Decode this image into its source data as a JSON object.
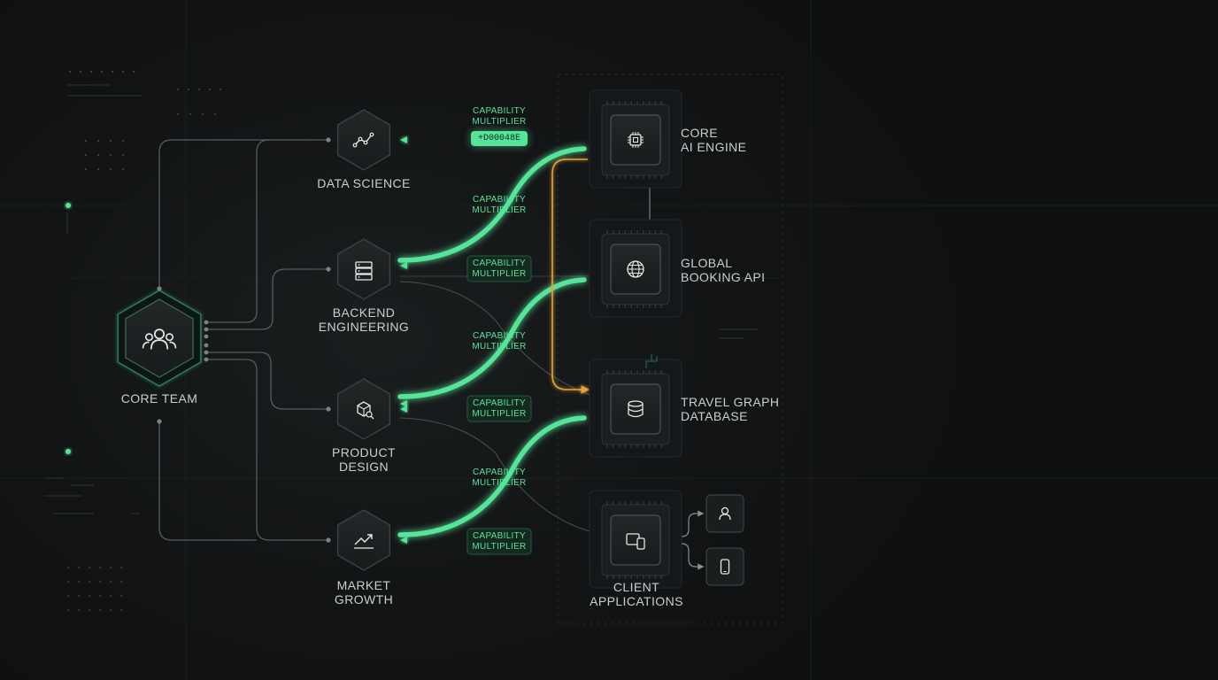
{
  "colors": {
    "accent_green": "#56e598",
    "accent_orange": "#e9a23b",
    "line_gray": "#5a5f61",
    "panel": "#1c2021",
    "text": "#c9cecf"
  },
  "core_team": {
    "label": "CORE TEAM",
    "icon": "users-icon"
  },
  "teams": [
    {
      "id": "data-science",
      "lines": [
        "DATA SCIENCE"
      ],
      "icon": "analytics-icon"
    },
    {
      "id": "backend-engineering",
      "lines": [
        "BACKEND",
        "ENGINEERING"
      ],
      "icon": "server-icon"
    },
    {
      "id": "product-design",
      "lines": [
        "PRODUCT",
        "DESIGN"
      ],
      "icon": "design-icon"
    },
    {
      "id": "market-growth",
      "lines": [
        "MARKET",
        "GROWTH"
      ],
      "icon": "trend-icon"
    }
  ],
  "systems": [
    {
      "id": "core-ai-engine",
      "lines": [
        "CORE",
        "AI ENGINE"
      ],
      "icon": "chip-icon"
    },
    {
      "id": "global-booking-api",
      "lines": [
        "GLOBAL",
        "BOOKING API"
      ],
      "icon": "globe-icon"
    },
    {
      "id": "travel-graph-database",
      "lines": [
        "TRAVEL GRAPH",
        "DATABASE"
      ],
      "icon": "database-icon"
    },
    {
      "id": "client-applications",
      "lines": [
        "CLIENT",
        "APPLICATIONS"
      ],
      "icon": "devices-icon"
    }
  ],
  "endpoints": [
    {
      "id": "user-endpoint",
      "icon": "user-icon"
    },
    {
      "id": "mobile-endpoint",
      "icon": "mobile-icon"
    }
  ],
  "multiplier_labels": [
    {
      "id": "m1",
      "lines": [
        "CAPABILITY",
        "MULTIPLIER"
      ]
    },
    {
      "id": "m2",
      "lines": [
        "CAPABILITY",
        "MULTIPLIER"
      ]
    },
    {
      "id": "m3",
      "lines": [
        "CAPABILITY",
        "MULTIPLIER"
      ]
    },
    {
      "id": "m4",
      "lines": [
        "CAPABILITY",
        "MULTIPLIER"
      ]
    },
    {
      "id": "m5",
      "lines": [
        "CAPABILITY",
        "MULTIPLIER"
      ]
    },
    {
      "id": "m6",
      "lines": [
        "CAPABILITY",
        "MULTIPLIER"
      ]
    },
    {
      "id": "m7",
      "lines": [
        "CAPABILITY",
        "MULTIPLIER"
      ]
    }
  ],
  "highlight_pill": {
    "text": "+D00048E"
  }
}
